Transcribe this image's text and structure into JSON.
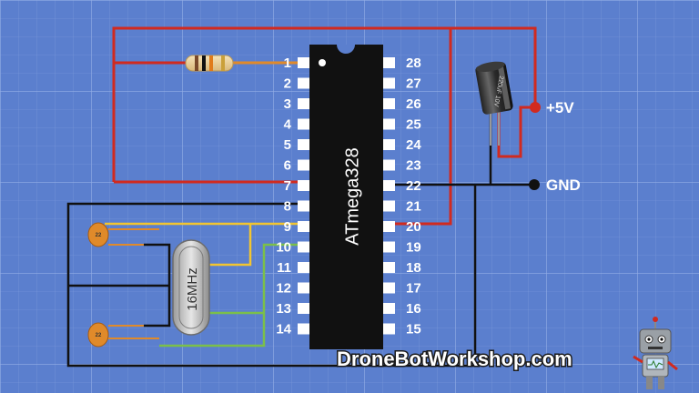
{
  "chip": {
    "label": "ATmega328",
    "left_pins": [
      "1",
      "2",
      "3",
      "4",
      "5",
      "6",
      "7",
      "8",
      "9",
      "10",
      "11",
      "12",
      "13",
      "14"
    ],
    "right_pins": [
      "28",
      "27",
      "26",
      "25",
      "24",
      "23",
      "22",
      "21",
      "20",
      "19",
      "18",
      "17",
      "16",
      "15"
    ]
  },
  "rails": {
    "vcc_label": "+5V",
    "gnd_label": "GND"
  },
  "crystal": {
    "label": "16MHz"
  },
  "capacitors": {
    "ceramic_label": "22",
    "electrolytic_label": "220uF 10V"
  },
  "brand": {
    "text": "DroneBotWorkshop.com"
  },
  "colors": {
    "background": "#5b7fce",
    "grid": "#7f9ddc",
    "wire_red": "#d12a1f",
    "wire_black": "#111111",
    "wire_yellow": "#f2c531",
    "wire_green": "#7bbf4a",
    "chip_body": "#111111",
    "pin_pad": "#ffffff"
  }
}
